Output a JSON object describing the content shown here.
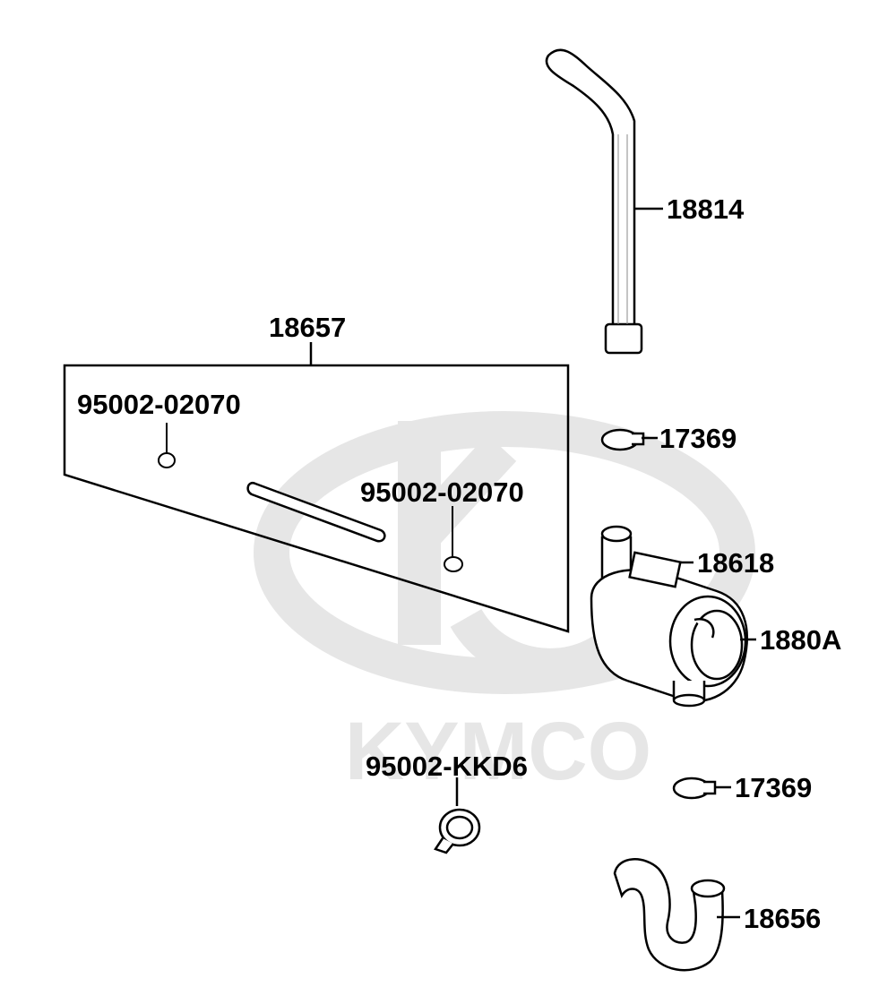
{
  "watermark": {
    "text": "KYMCO",
    "color": "#e6e6e6"
  },
  "colors": {
    "line": "#000000",
    "part_fill": "#ffffff",
    "shade": "#d9d9d9"
  },
  "labels": {
    "p18814": "18814",
    "p18657": "18657",
    "p95002_a": "95002-02070",
    "p95002_b": "95002-02070",
    "p17369_top": "17369",
    "p18618": "18618",
    "p1880A": "1880A",
    "p95002_kkd6": "95002-KKD6",
    "p17369_bottom": "17369",
    "p18656": "18656"
  }
}
